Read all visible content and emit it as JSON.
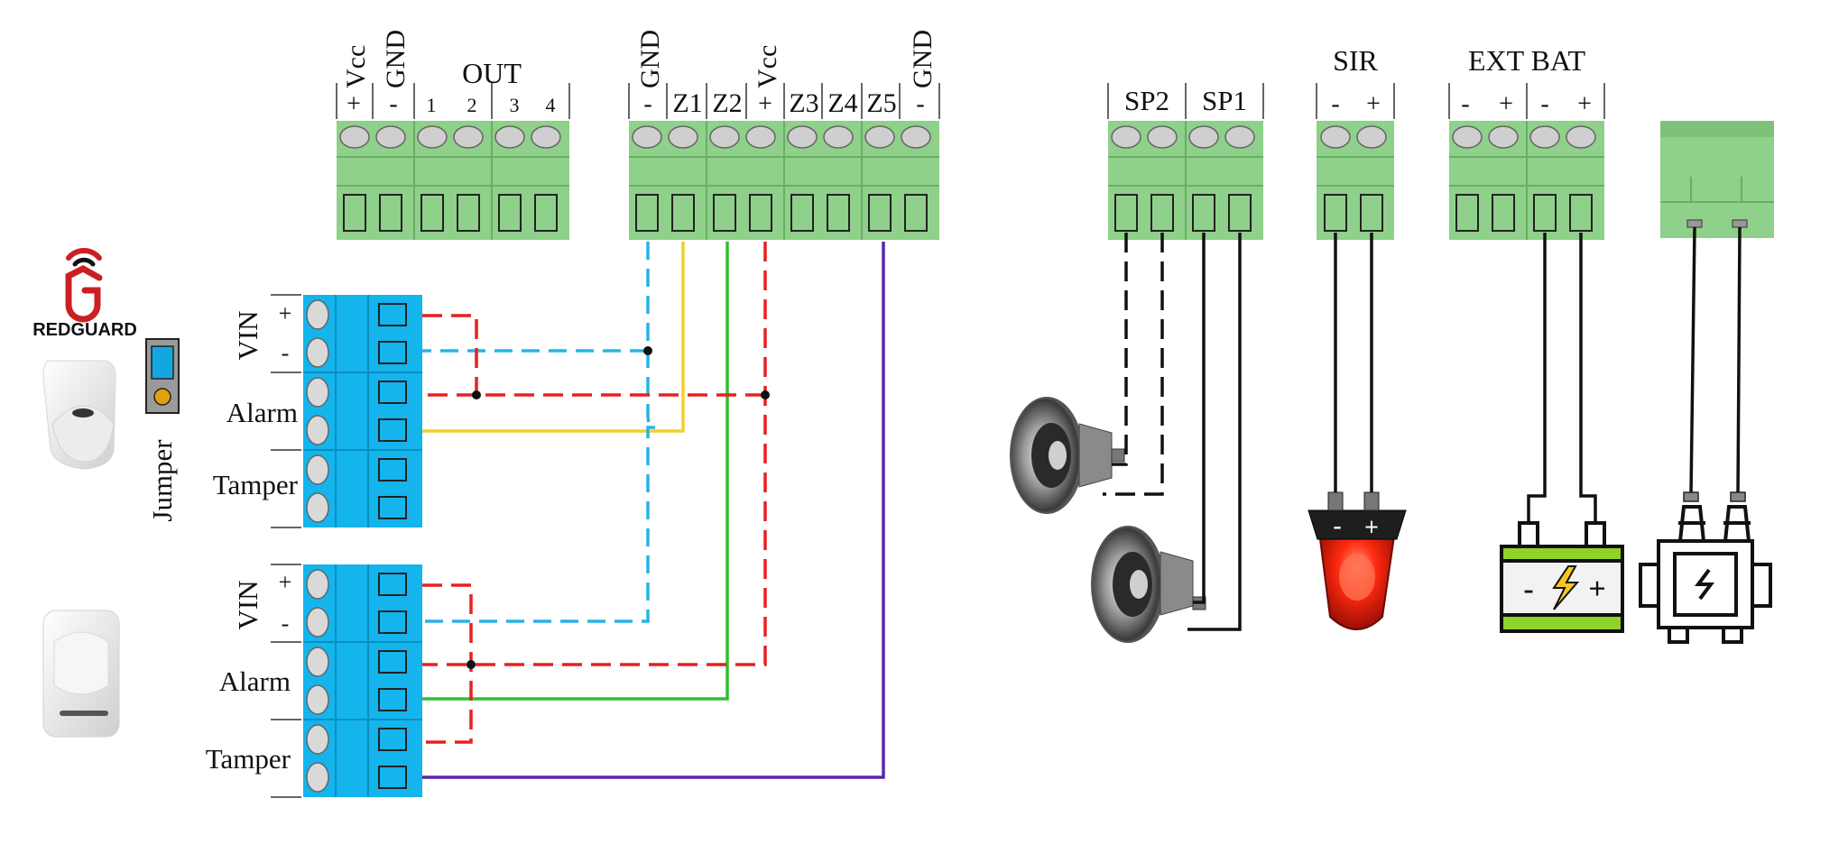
{
  "brand": {
    "name": "REDGUARD"
  },
  "colors": {
    "terminal_green": "#8fd08a",
    "terminal_green_dark": "#6aae66",
    "terminal_blue": "#14b4ec",
    "terminal_blue_dark": "#0a8fc0",
    "wire_red": "#e82020",
    "wire_blue": "#29b3e6",
    "wire_yellow": "#f2d22a",
    "wire_green": "#2ec02e",
    "wire_purple": "#5b25a8",
    "wire_black": "#111111",
    "logo_red": "#cc1f24"
  },
  "panel_left": {
    "top_markers": [
      "+",
      "-"
    ],
    "top_labels": [
      "Vcc",
      "GND"
    ],
    "group_label": "OUT",
    "out_numbers": [
      "1",
      "2",
      "3",
      "4"
    ]
  },
  "panel_zones": {
    "top_markers": [
      "-",
      "+",
      "-"
    ],
    "top_labels": [
      "GND",
      "Vcc",
      "GND"
    ],
    "zones": [
      "Z1",
      "Z2",
      "Z3",
      "Z4",
      "Z5"
    ]
  },
  "panel_speakers": {
    "labels": [
      "SP2",
      "SP1"
    ]
  },
  "panel_siren": {
    "title": "SIR",
    "markers": [
      "-",
      "+"
    ]
  },
  "panel_ext_bat": {
    "title": "EXT BAT",
    "markers": [
      "-",
      "+",
      "-",
      "+"
    ]
  },
  "detector_1": {
    "labels": [
      "VIN",
      "Alarm",
      "Tamper"
    ],
    "markers": [
      "+",
      "-"
    ]
  },
  "detector_2": {
    "labels": [
      "VIN",
      "Alarm",
      "Tamper"
    ],
    "markers": [
      "+",
      "-"
    ]
  },
  "jumper": {
    "label": "Jumper"
  },
  "siren_symbols": [
    "-",
    "+"
  ],
  "battery_symbols": [
    "-",
    "+"
  ],
  "icons": [
    "speaker-icon",
    "speaker-icon",
    "siren-icon",
    "battery-icon",
    "transformer-icon",
    "motion-sensor-icon",
    "motion-sensor-icon",
    "jumper-icon",
    "redguard-logo-icon"
  ]
}
